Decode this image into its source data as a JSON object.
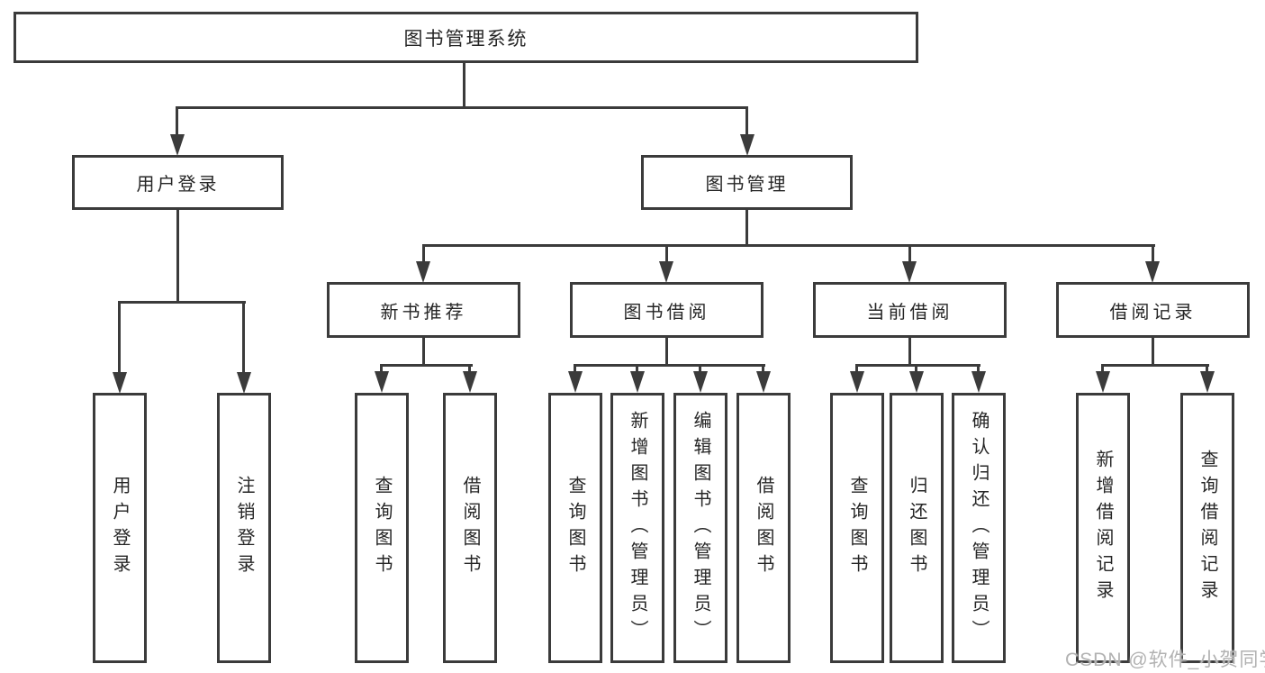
{
  "diagram": {
    "type": "hierarchy-tree",
    "root": {
      "label": "图书管理系统"
    },
    "branches": [
      {
        "label": "用户登录",
        "children": [
          {
            "label": "用户登录"
          },
          {
            "label": "注销登录"
          }
        ]
      },
      {
        "label": "图书管理",
        "children": [
          {
            "label": "新书推荐",
            "children": [
              {
                "label": "查询图书"
              },
              {
                "label": "借阅图书"
              }
            ]
          },
          {
            "label": "图书借阅",
            "children": [
              {
                "label": "查询图书"
              },
              {
                "label": "新增图书（管理员）"
              },
              {
                "label": "编辑图书（管理员）"
              },
              {
                "label": "借阅图书"
              }
            ]
          },
          {
            "label": "当前借阅",
            "children": [
              {
                "label": "查询图书"
              },
              {
                "label": "归还图书"
              },
              {
                "label": "确认归还（管理员）"
              }
            ]
          },
          {
            "label": "借阅记录",
            "children": [
              {
                "label": "新增借阅记录"
              },
              {
                "label": "查询借阅记录"
              }
            ]
          }
        ]
      }
    ]
  },
  "watermark": {
    "text": "CSDN @软件_小贺同学"
  },
  "colors": {
    "line": "#3b3b3b",
    "box_border": "#3b3b3b",
    "box_fill": "#ffffff",
    "text": "#262626",
    "watermark": "#b2b2b2",
    "background": "#ffffff"
  }
}
